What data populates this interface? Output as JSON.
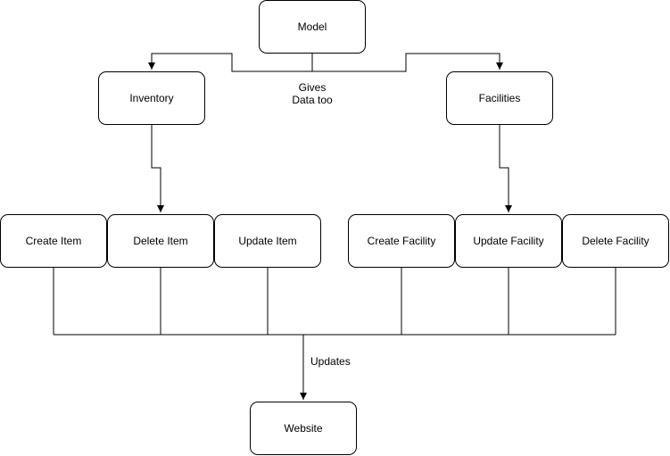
{
  "nodes": {
    "model": "Model",
    "inventory": "Inventory",
    "facilities": "Facilities",
    "create_item": "Create Item",
    "delete_item": "Delete Item",
    "update_item": "Update Item",
    "create_facility": "Create Facility",
    "update_facility": "Update Facility",
    "delete_facility": "Delete Facility",
    "website": "Website"
  },
  "edge_labels": {
    "gives_line1": "Gives",
    "gives_line2": "Data too",
    "updates": "Updates"
  }
}
